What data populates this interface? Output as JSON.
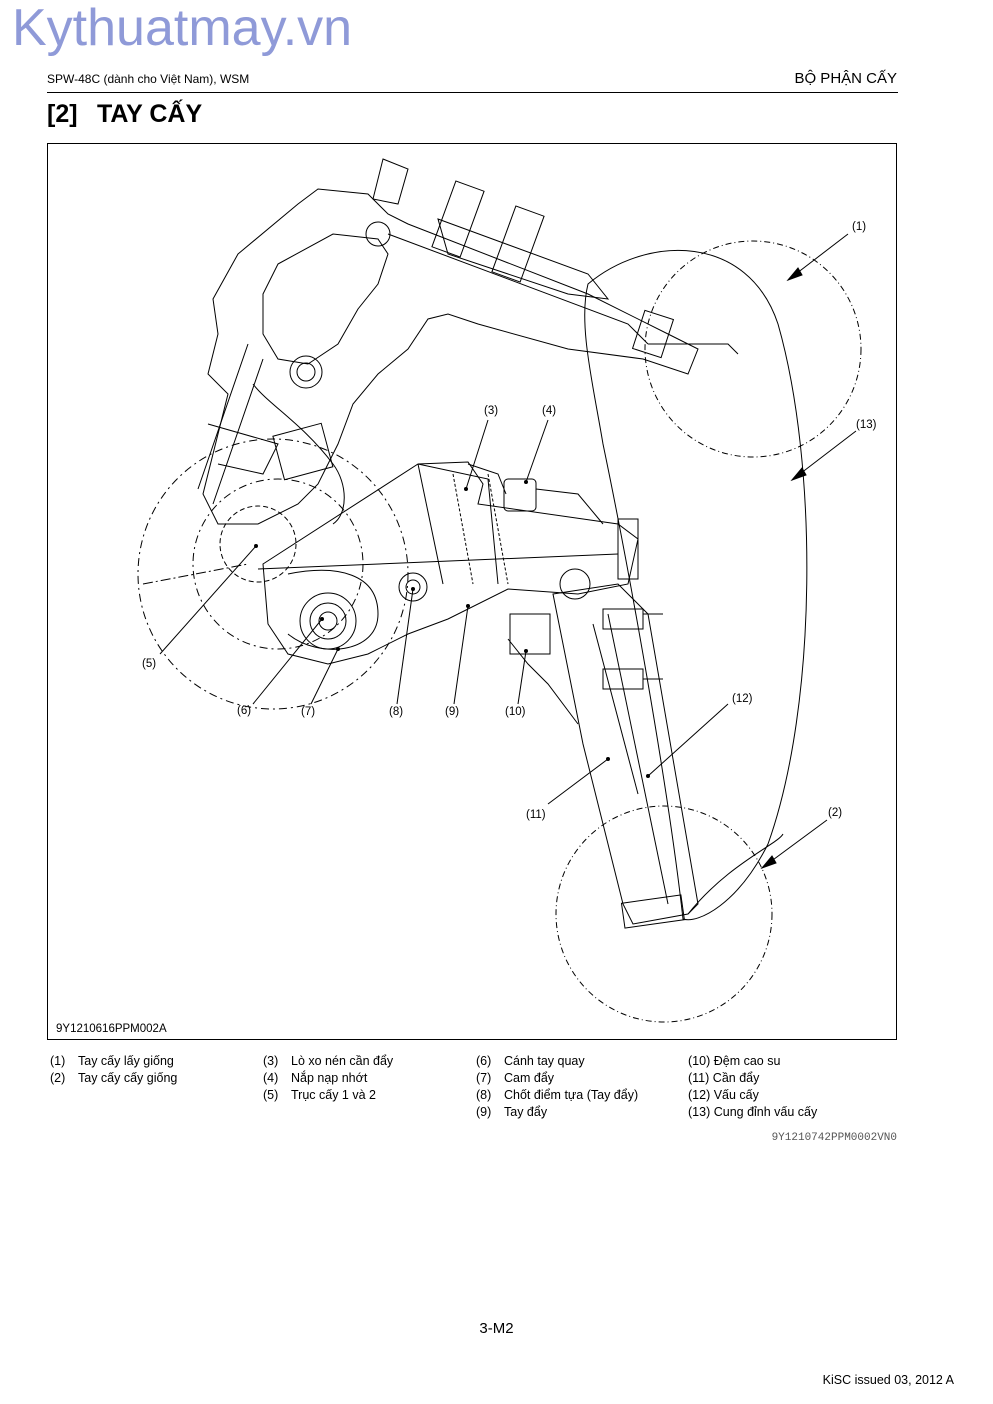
{
  "watermark": "Kythuatmay.vn",
  "header": {
    "left": "SPW-48C (dành cho Việt Nam), WSM",
    "right": "BỘ PHẬN CẤY"
  },
  "section": {
    "number": "[2]",
    "title": "TAY CẤY"
  },
  "figure": {
    "code": "9Y1210616PPM002A",
    "callouts": [
      "(1)",
      "(2)",
      "(3)",
      "(4)",
      "(5)",
      "(6)",
      "(7)",
      "(8)",
      "(9)",
      "(10)",
      "(11)",
      "(12)",
      "(13)"
    ]
  },
  "legend": {
    "col1": [
      {
        "num": "(1)",
        "text": "Tay cấy lấy giống"
      },
      {
        "num": "(2)",
        "text": "Tay cấy cấy giống"
      }
    ],
    "col2": [
      {
        "num": "(3)",
        "text": "Lò xo nén cần đẩy"
      },
      {
        "num": "(4)",
        "text": "Nắp nạp nhớt"
      },
      {
        "num": "(5)",
        "text": "Trục cấy 1 và 2"
      }
    ],
    "col3": [
      {
        "num": "(6)",
        "text": "Cánh tay quay"
      },
      {
        "num": "(7)",
        "text": "Cam đẩy"
      },
      {
        "num": "(8)",
        "text": "Chốt điểm tựa (Tay đẩy)"
      },
      {
        "num": "(9)",
        "text": "Tay đẩy"
      }
    ],
    "col4": [
      {
        "num": "(10)",
        "text": "Đệm cao su"
      },
      {
        "num": "(11)",
        "text": "Cần đẩy"
      },
      {
        "num": "(12)",
        "text": "Vấu cấy"
      },
      {
        "num": "(13)",
        "text": "Cung đỉnh vấu cấy"
      }
    ]
  },
  "doc_code": "9Y1210742PPM0002VN0",
  "page_number": "3-M2",
  "issued": "KiSC issued 03, 2012 A"
}
